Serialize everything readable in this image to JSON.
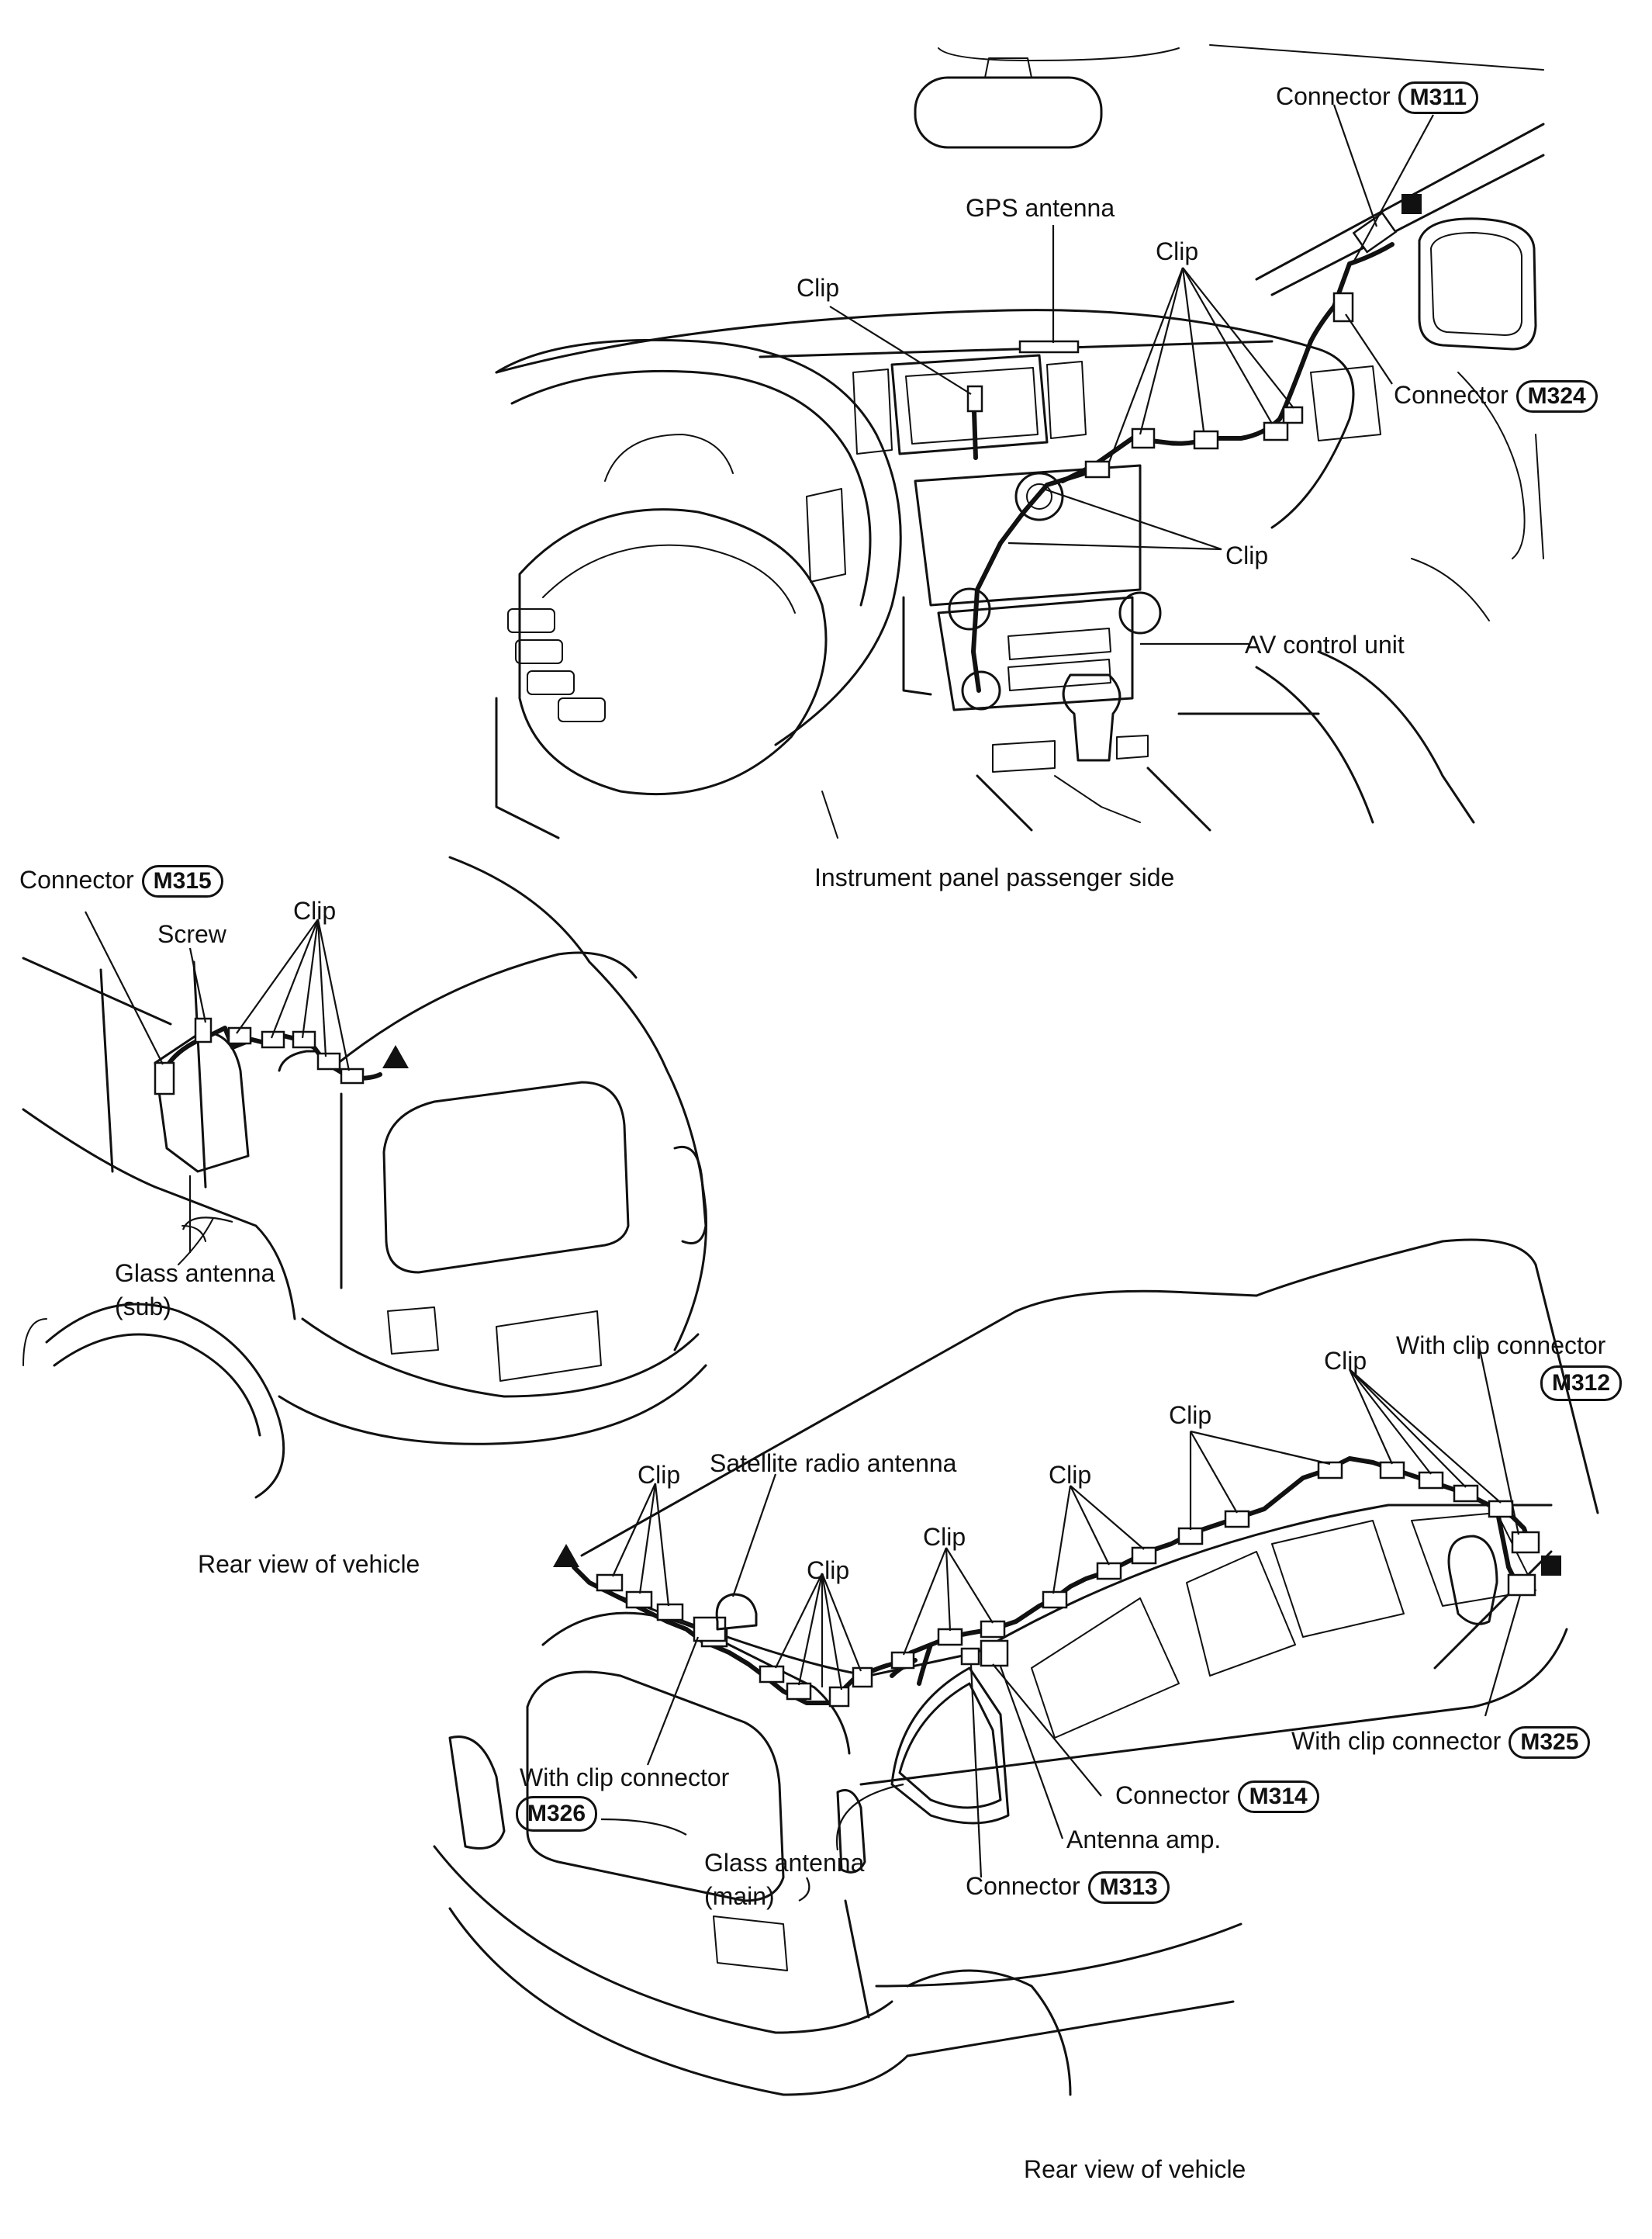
{
  "top_view": {
    "caption": "Instrument panel passenger side",
    "labels": {
      "connector_m311": {
        "text": "Connector",
        "code": "M311"
      },
      "gps_antenna": "GPS antenna",
      "clip_left": "Clip",
      "clip_top": "Clip",
      "connector_m324": {
        "text": "Connector",
        "code": "M324"
      },
      "clip_center": "Clip",
      "av_control_unit": "AV control unit"
    }
  },
  "left_view": {
    "caption": "Rear view of vehicle",
    "labels": {
      "connector_m315": {
        "text": "Connector",
        "code": "M315"
      },
      "clip": "Clip",
      "screw": "Screw",
      "glass_antenna_sub": [
        "Glass antenna",
        "(sub)"
      ]
    }
  },
  "bottom_view": {
    "caption": "Rear view of vehicle",
    "labels": {
      "clip_1": "Clip",
      "satellite_radio_antenna": "Satellite radio antenna",
      "clip_2": "Clip",
      "clip_3": "Clip",
      "clip_4": "Clip",
      "clip_5": "Clip",
      "clip_6": "Clip",
      "with_clip_connector_m312": {
        "text": "With clip connector",
        "code": "M312"
      },
      "with_clip_connector_m325": {
        "text": "With clip connector",
        "code": "M325"
      },
      "with_clip_connector_m326": {
        "text": "With clip connector",
        "code": "M326"
      },
      "glass_antenna_main": [
        "Glass antenna",
        "(main)"
      ],
      "connector_m314": {
        "text": "Connector",
        "code": "M314"
      },
      "antenna_amp": "Antenna amp.",
      "connector_m313": {
        "text": "Connector",
        "code": "M313"
      }
    }
  },
  "markers": {
    "square": "filled-square-marker",
    "triangle": "filled-triangle-marker"
  }
}
